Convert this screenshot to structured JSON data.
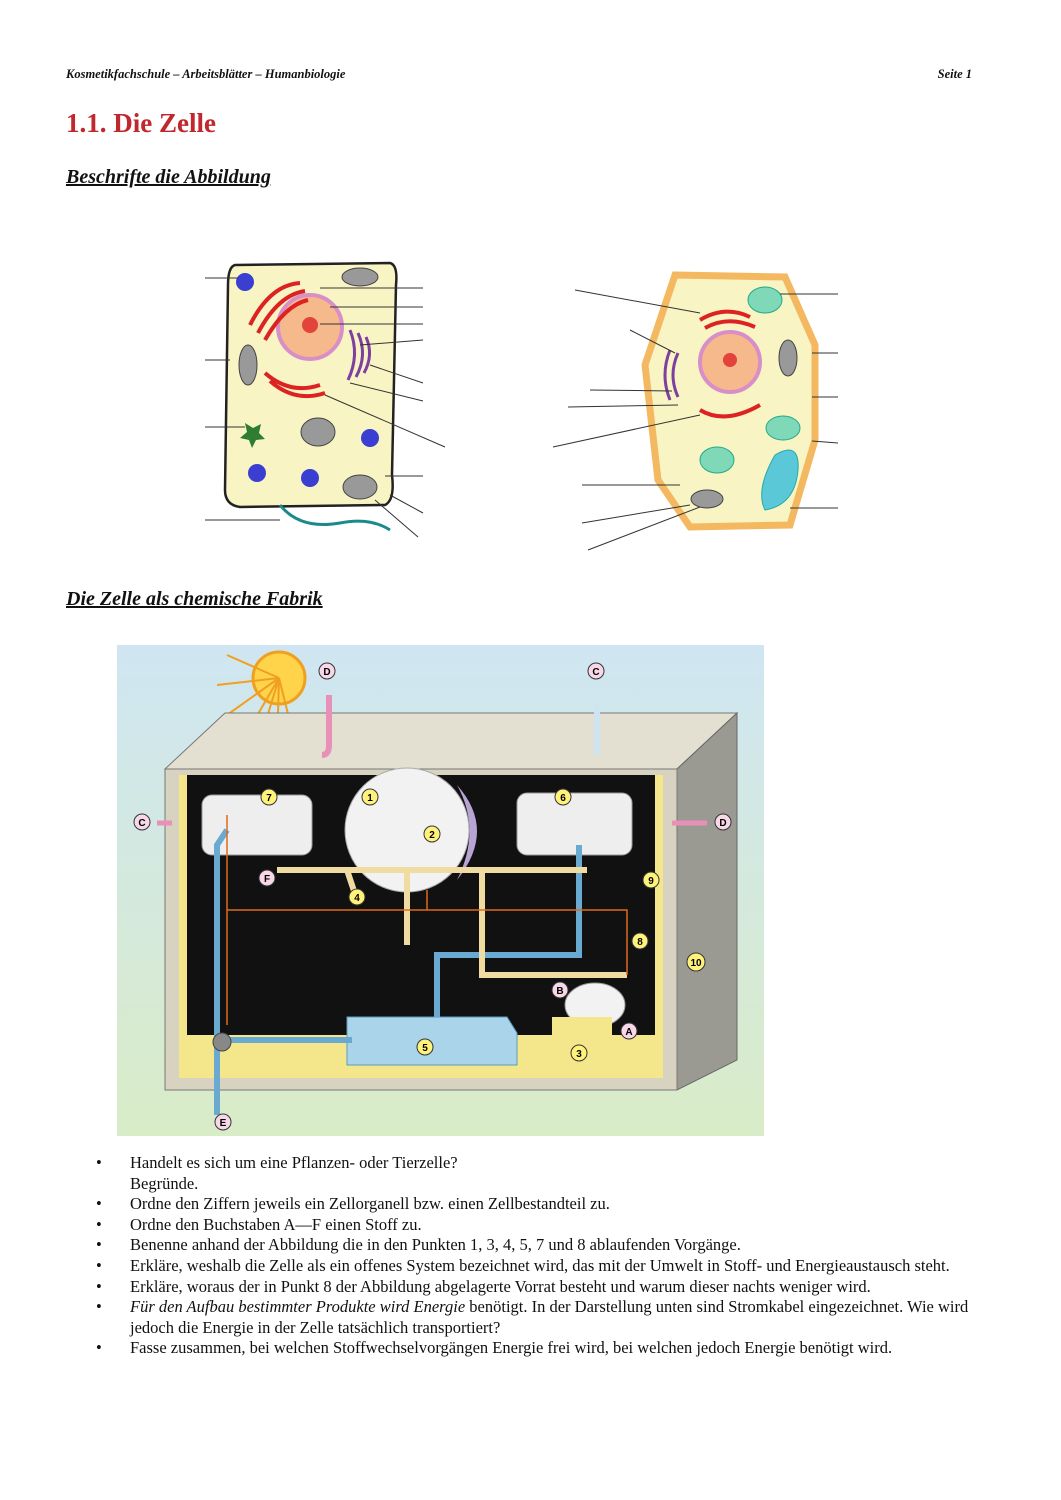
{
  "header": {
    "left": "Kosmetikfachschule – Arbeitsblätter – Humanbiologie",
    "right": "Seite 1"
  },
  "title": "1.1. Die Zelle",
  "section1": {
    "heading": "Beschrifte die Abbildung"
  },
  "section2": {
    "heading": "Die Zelle als chemische Fabrik"
  },
  "factory_labels": {
    "n1": "1",
    "n2": "2",
    "n3": "3",
    "n4": "4",
    "n5": "5",
    "n6": "6",
    "n7": "7",
    "n8": "8",
    "n9": "9",
    "n10": "10",
    "A": "A",
    "B": "B",
    "C1": "C",
    "C2": "C",
    "D1": "D",
    "D2": "D",
    "E": "E",
    "F": "F"
  },
  "tasks": [
    {
      "text": "Handelt es sich um eine Pflanzen- oder Tierzelle?",
      "text2": "Begründe."
    },
    {
      "text": "Ordne den Ziffern jeweils ein Zellorganell bzw. einen Zellbestandteil zu."
    },
    {
      "text": "Ordne den Buchstaben A—F einen Stoff zu."
    },
    {
      "text": "Benenne anhand der Abbildung die in den Punkten 1, 3, 4, 5, 7 und 8 ablaufenden Vorgänge."
    },
    {
      "text": " Erkläre, weshalb die Zelle als ein offenes System bezeichnet wird, das mit der Umwelt in Stoff- und Energieaustausch steht."
    },
    {
      "text": "Erkläre, woraus der in Punkt 8 der Abbildung abgelagerte Vorrat besteht und warum dieser nachts weniger wird."
    },
    {
      "italic": "Für den Aufbau bestimmter Produkte wird Energie",
      "text": " benötigt. In der Darstellung unten sind Stromkabel eingezeichnet. Wie wird jedoch die Energie in der Zelle tatsächlich transportiert?"
    },
    {
      "text": "Fasse zusammen, bei welchen Stoffwechselvorgängen  Energie frei wird, bei welchen jedoch Energie benötigt wird."
    }
  ],
  "bullet": "•"
}
